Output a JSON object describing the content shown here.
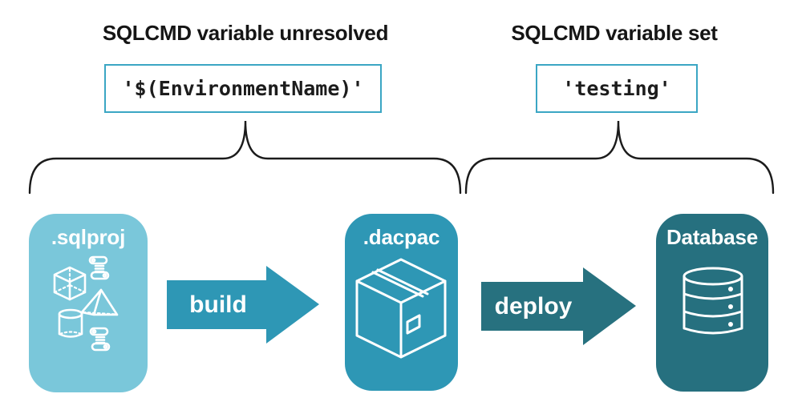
{
  "annotations": {
    "left": {
      "title": "SQLCMD variable unresolved",
      "code": "'$(EnvironmentName)'"
    },
    "right": {
      "title": "SQLCMD variable set",
      "code": "'testing'"
    }
  },
  "pipeline": {
    "sqlproj": {
      "label": ".sqlproj",
      "color": "#7AC7DA"
    },
    "dacpac": {
      "label": ".dacpac",
      "color": "#2E97B5"
    },
    "database": {
      "label": "Database",
      "color": "#26707F"
    },
    "build": {
      "label": "build",
      "color": "#2E97B5"
    },
    "deploy": {
      "label": "deploy",
      "color": "#27717F"
    }
  },
  "icons": {
    "sqlproj_cluster": [
      "cube-icon",
      "scroll-icon",
      "pyramid-icon",
      "cylinder-icon",
      "scroll-icon"
    ],
    "dacpac": "package-box-icon",
    "database": "database-cylinder-icon"
  },
  "colors": {
    "background": "#FFFFFF",
    "code_border": "#3BA6C4",
    "brace": "#1B1B1B",
    "heading_text": "#151515",
    "code_text": "#1C1C1C",
    "icon_stroke": "#FFFFFF"
  }
}
